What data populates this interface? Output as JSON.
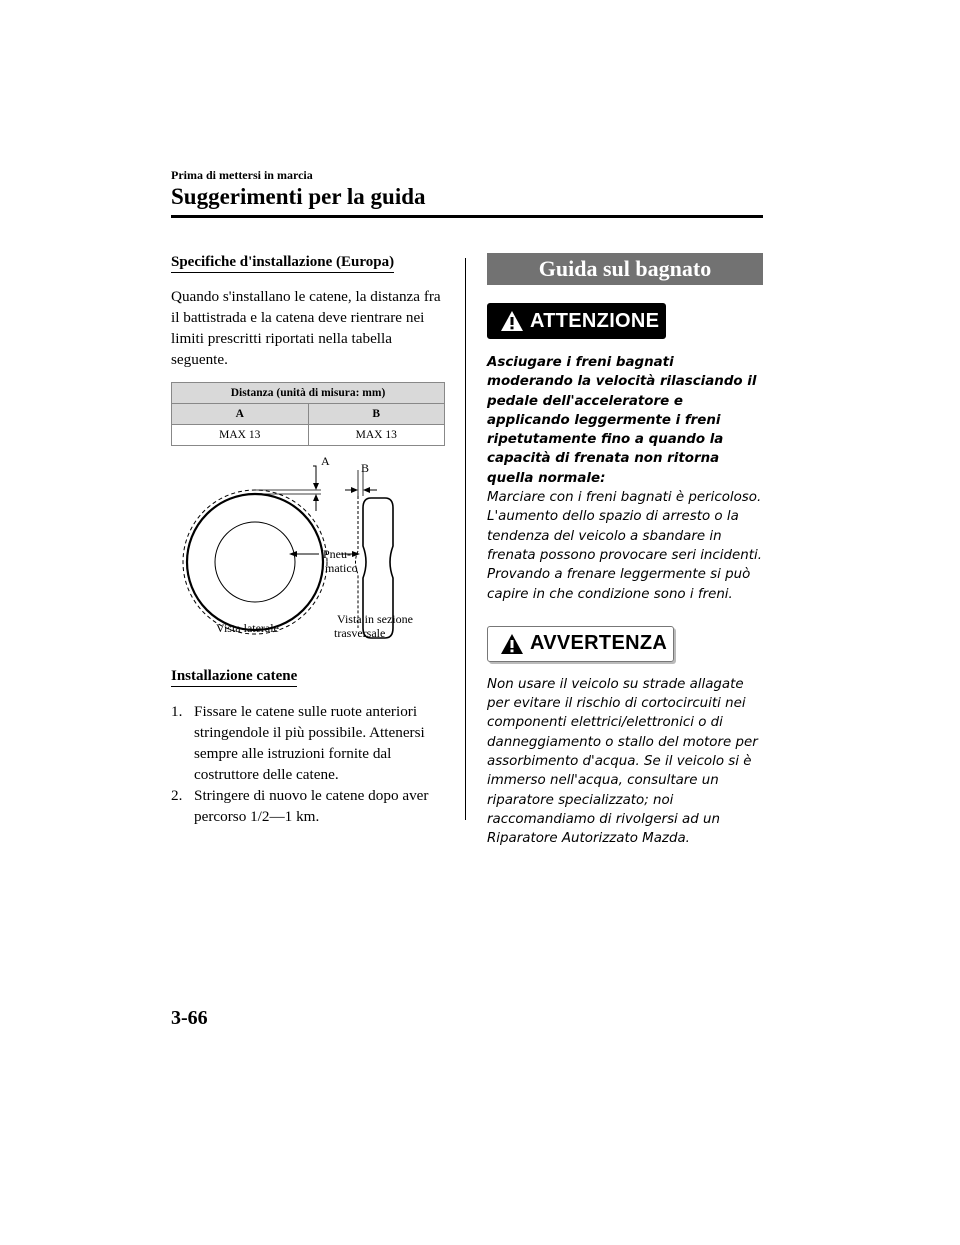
{
  "header": {
    "chapter": "Prima di mettersi in marcia",
    "title": "Suggerimenti per la guida"
  },
  "left": {
    "spec_heading": "Specifiche d'installazione (Europa)",
    "spec_para": "Quando s'installano le catene, la distanza fra il battistrada e la catena deve rientrare nei limiti prescritti riportati nella tabella seguente.",
    "table": {
      "caption": "Distanza (unità di misura: mm)",
      "headers": [
        "A",
        "B"
      ],
      "values": [
        "MAX 13",
        "MAX 13"
      ]
    },
    "diagram": {
      "label_a": "A",
      "label_b": "B",
      "label_tire_1": "Pneu-",
      "label_tire_2": "matico",
      "label_side": "Vista laterale",
      "label_cross_1": "Vista in sezione",
      "label_cross_2": "trasversale"
    },
    "install_heading": "Installazione catene",
    "steps": [
      {
        "num": "1.",
        "text": "Fissare le catene sulle ruote anteriori stringendole il più possibile. Attenersi sempre alle istruzioni fornite dal costruttore delle catene."
      },
      {
        "num": "2.",
        "text": "Stringere di nuovo le catene dopo aver percorso 1/2―1 km."
      }
    ]
  },
  "right": {
    "banner": "Guida sul bagnato",
    "attention": {
      "label": "ATTENZIONE",
      "bold_text": "Asciugare i freni bagnati moderando la velocità rilasciando il pedale dell'acceleratore e applicando leggermente i freni ripetutamente fino a quando la capacità di frenata non ritorna quella normale:",
      "text": "Marciare con i freni bagnati è pericoloso. L'aumento dello spazio di arresto o la tendenza del veicolo a sbandare in frenata possono provocare seri incidenti. Provando a frenare leggermente si può capire in che condizione sono i freni."
    },
    "warning": {
      "label": "AVVERTENZA",
      "text": "Non usare il veicolo su strade allagate per evitare il rischio di cortocircuiti nei componenti elettrici/elettronici o di danneggiamento o stallo del motore per assorbimento d'acqua. Se il veicolo si è immerso nell'acqua, consultare un riparatore specializzato; noi raccomandiamo di rivolgersi ad un Riparatore Autorizzato Mazda."
    }
  },
  "footer": {
    "page_number": "3-66"
  }
}
